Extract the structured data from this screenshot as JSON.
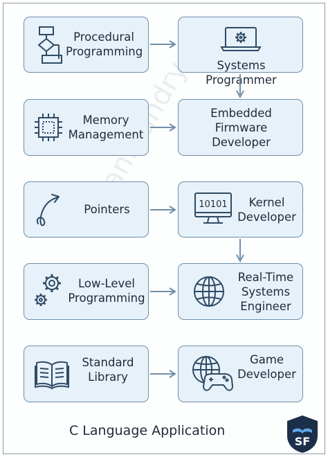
{
  "skills": [
    {
      "label": "Procedural\nProgramming",
      "icon": "flowchart-icon"
    },
    {
      "label": "Memory\nManagement",
      "icon": "chip-icon"
    },
    {
      "label": "Pointers",
      "icon": "curved-arrow-icon"
    },
    {
      "label": "Low-Level\nProgramming",
      "icon": "gears-icon"
    },
    {
      "label": "Standard\nLibrary",
      "icon": "book-icon"
    }
  ],
  "roles": [
    {
      "label": "Systems Programmer",
      "icon": "laptop-gear-icon"
    },
    {
      "label": "Embedded\nFirmware\nDeveloper",
      "icon": ""
    },
    {
      "label": "Kernel\nDeveloper",
      "icon": "binary-monitor-icon",
      "code": "10101"
    },
    {
      "label": "Real-Time\nSystems\nEngineer",
      "icon": "globe-icon"
    },
    {
      "label": "Game\nDeveloper",
      "icon": "globe-gamepad-icon"
    }
  ],
  "watermark": "Sanfoundry",
  "caption": "C Language Application",
  "logo_text": "SF",
  "colors": {
    "box_fill": "#e6f1fa",
    "box_border": "#6f8ea8",
    "icon": "#2f4a63",
    "arrow": "#6f8ea8",
    "logo_bg": "#1c2f4a"
  }
}
